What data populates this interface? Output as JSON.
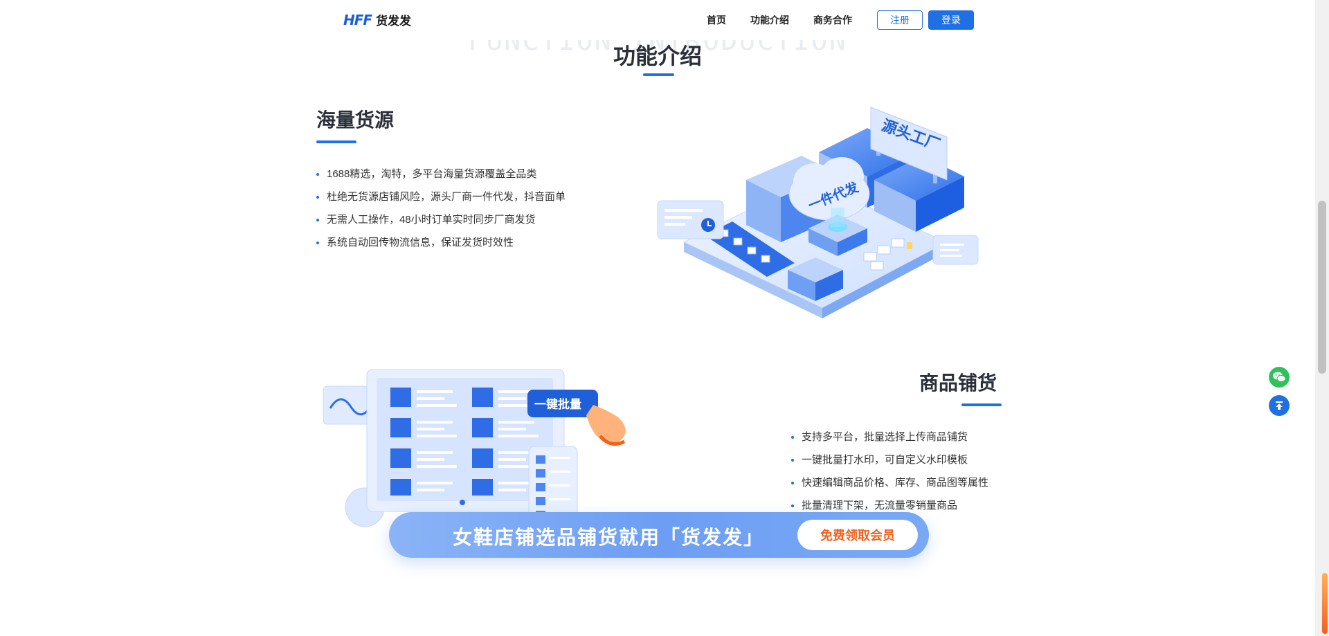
{
  "header": {
    "logo_mark": "HFF",
    "logo_text": "货发发",
    "nav": [
      "首页",
      "功能介绍",
      "商务合作"
    ],
    "register_label": "注册",
    "login_label": "登录"
  },
  "section": {
    "bg_title": "FUNCTION INTRODUCTION",
    "title": "功能介绍"
  },
  "feature1": {
    "title": "海量货源",
    "items": [
      "1688精选，淘特，多平台海量货源覆盖全品类",
      "杜绝无货源店铺风险，源头厂商一件代发，抖音面单",
      "无需人工操作，48小时订单实时同步厂商发货",
      "系统自动回传物流信息，保证发货时效性"
    ],
    "illustration_sign": "源头工厂",
    "illustration_cloud": "一件代发"
  },
  "feature2": {
    "title": "商品铺货",
    "items": [
      "支持多平台，批量选择上传商品铺货",
      "一键批量打水印，可自定义水印模板",
      "快速编辑商品价格、库存、商品图等属性",
      "批量清理下架，无流量零销量商品"
    ],
    "illustration_badge": "一键批量"
  },
  "banner": {
    "text": "女鞋店铺选品铺货就用「货发发」",
    "button": "免费领取会员"
  },
  "float": {
    "wechat_icon": "wechat-icon",
    "top_icon": "back-to-top-icon"
  },
  "colors": {
    "primary": "#1f6fe5",
    "accent_orange": "#f0621f",
    "wechat_green": "#2fc25b"
  }
}
